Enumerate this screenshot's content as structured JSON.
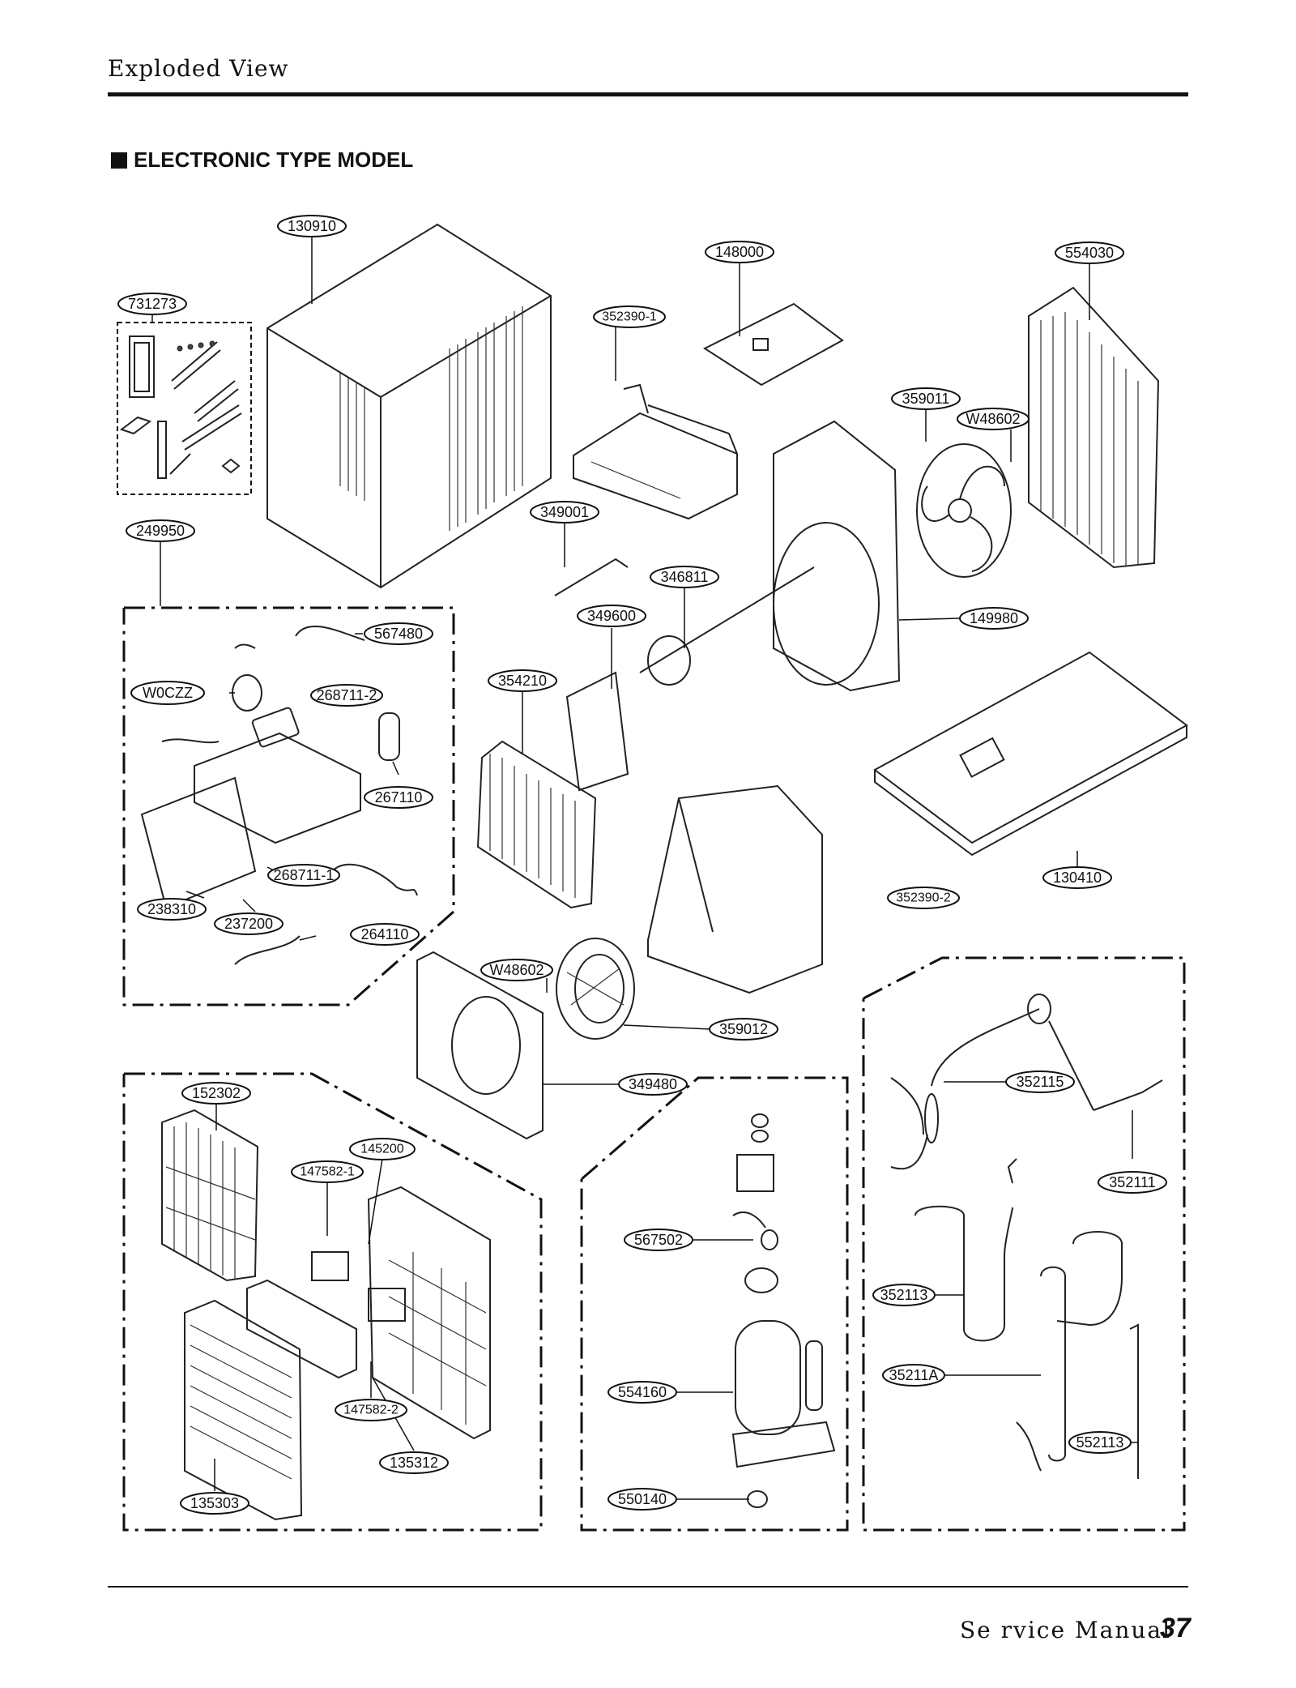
{
  "header": {
    "title": "Exploded View"
  },
  "section": {
    "title": "ELECTRONIC TYPE MODEL"
  },
  "footer": {
    "manual": "Se rvice Manual",
    "page": "37"
  },
  "parts": {
    "p130910": "130910",
    "p731273": "731273",
    "p249950": "249950",
    "p567480": "567480",
    "pW0CZZ": "W0CZZ",
    "p268711_2": "268711-2",
    "p267110": "267110",
    "p268711_1": "268711-1",
    "p238310": "238310",
    "p237200": "237200",
    "p264110": "264110",
    "p148000": "148000",
    "p352390_1": "352390-1",
    "p554030": "554030",
    "p359011": "359011",
    "pW48602a": "W48602",
    "p349001": "349001",
    "p346811": "346811",
    "p349600": "349600",
    "p149980": "149980",
    "p354210": "354210",
    "p130410": "130410",
    "p352390_2": "352390-2",
    "pW48602b": "W48602",
    "p359012": "359012",
    "p349480": "349480",
    "p152302": "152302",
    "p145200": "145200",
    "p147582_1": "147582-1",
    "p147582_2": "147582-2",
    "p135312": "135312",
    "p135303": "135303",
    "p567502": "567502",
    "p554160": "554160",
    "p550140": "550140",
    "p352115": "352115",
    "p352111": "352111",
    "p352113": "352113",
    "p35211A": "35211A",
    "p552113": "552113"
  }
}
